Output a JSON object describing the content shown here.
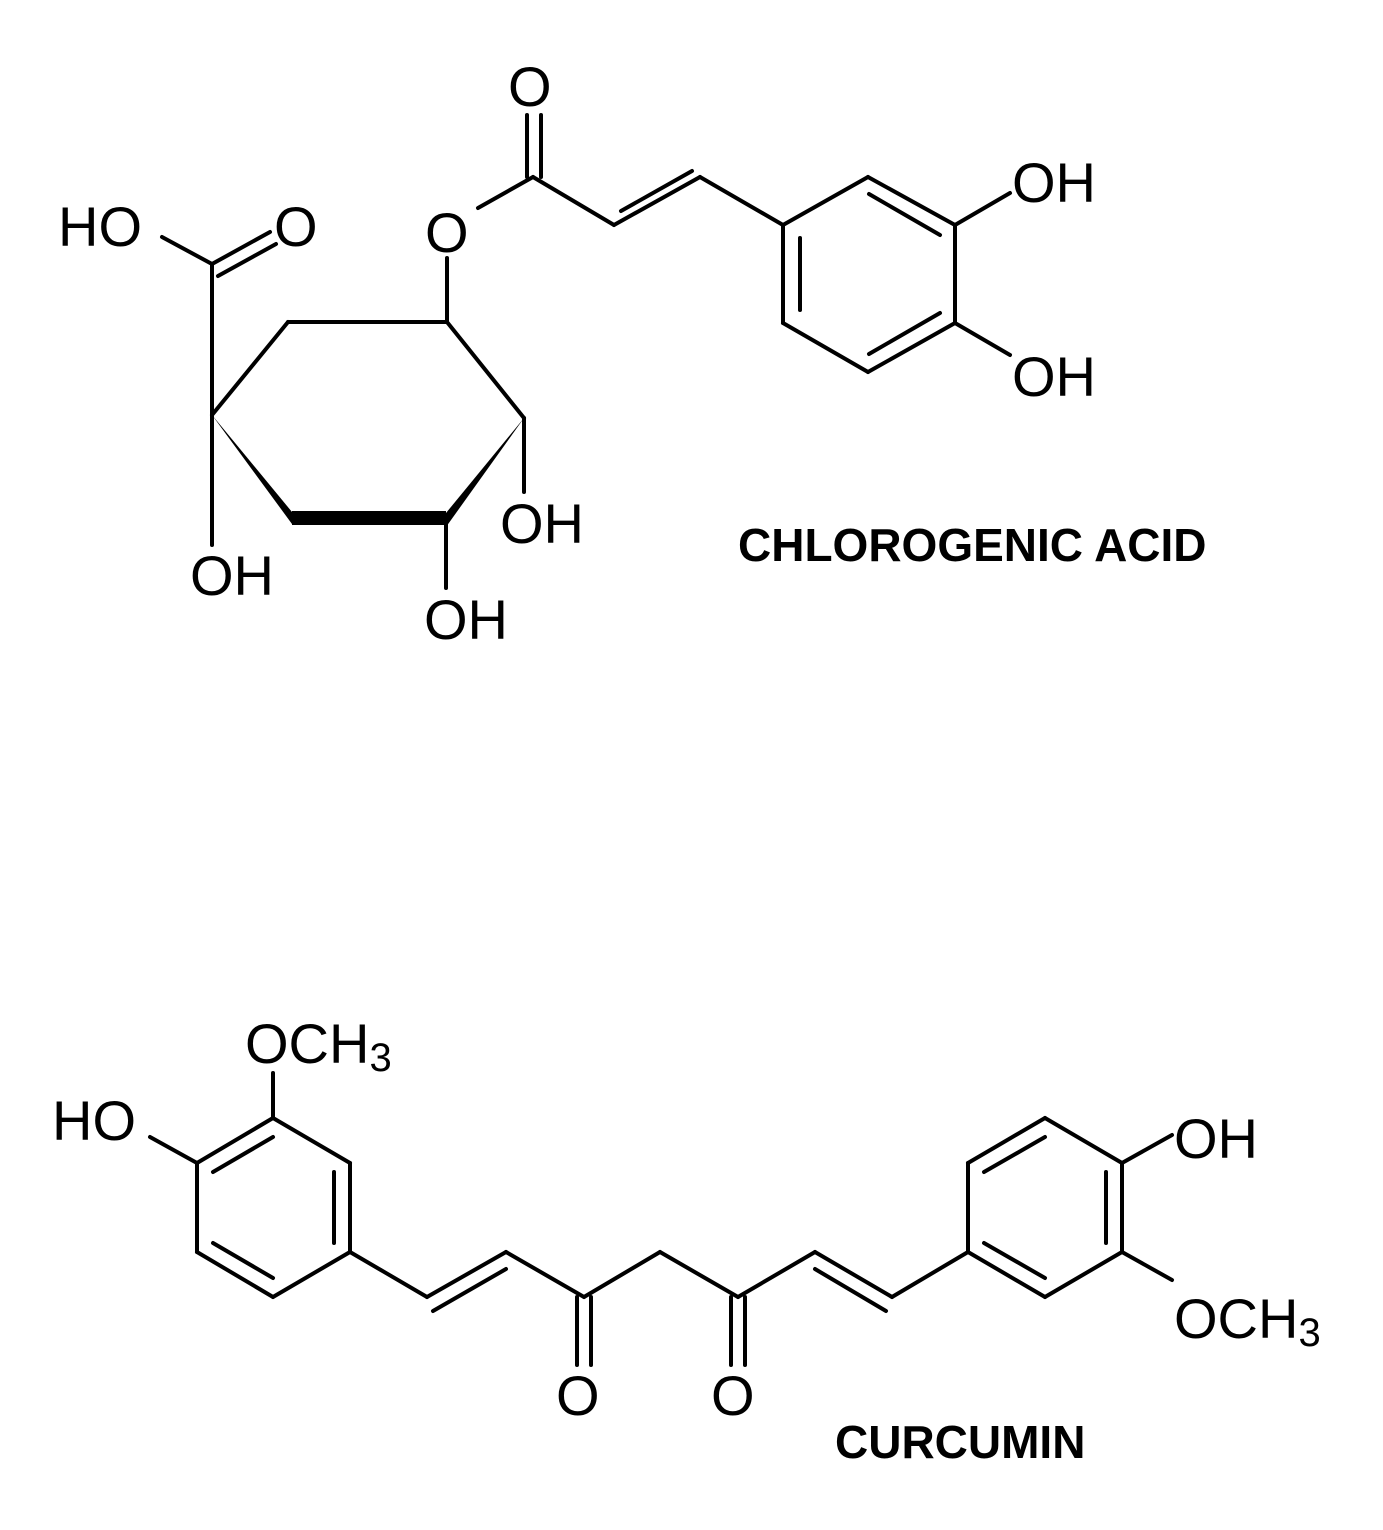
{
  "compounds": [
    {
      "name": "CHLOROGENIC ACID",
      "labels": {
        "carboxyl_oh": "HO",
        "carboxyl_o": "O",
        "ester_o": "O",
        "carbonyl_o": "O",
        "phenol_oh_top": "OH",
        "phenol_oh_bottom": "OH",
        "ring_oh_mid": "OH",
        "ring_oh_left": "OH",
        "ring_oh_bottom": "OH"
      }
    },
    {
      "name": "CURCUMIN",
      "labels": {
        "methoxy_left_main": "OCH",
        "methoxy_left_sub": "3",
        "phenol_left": "HO",
        "phenol_right": "OH",
        "methoxy_right_main": "OCH",
        "methoxy_right_sub": "3",
        "keto_o_left": "O",
        "keto_o_right": "O"
      }
    }
  ]
}
